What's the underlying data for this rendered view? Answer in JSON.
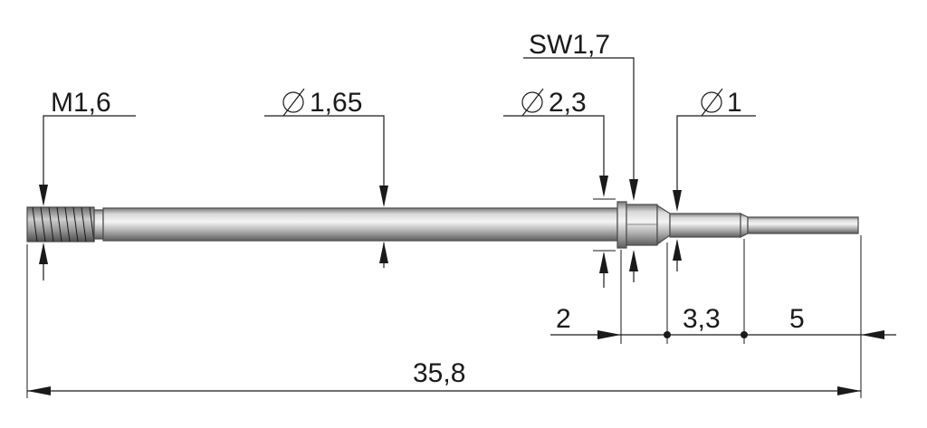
{
  "labels": {
    "thread": "M1,6",
    "shaft_diameter": "1,65",
    "collar_diameter": "2,3",
    "wrench_size": "SW1,7",
    "tip_diameter": "1",
    "collar_length": "2",
    "step_length": "3,3",
    "tip_length": "5",
    "total_length": "35,8"
  },
  "icons": {
    "diameter": "diameter-symbol-icon",
    "arrow": "arrowhead-icon"
  },
  "colors": {
    "line": "#1a1a1a",
    "metal_light": "#f0f0f0",
    "metal_mid": "#b8b8b8",
    "metal_dark": "#6e6e6e"
  }
}
